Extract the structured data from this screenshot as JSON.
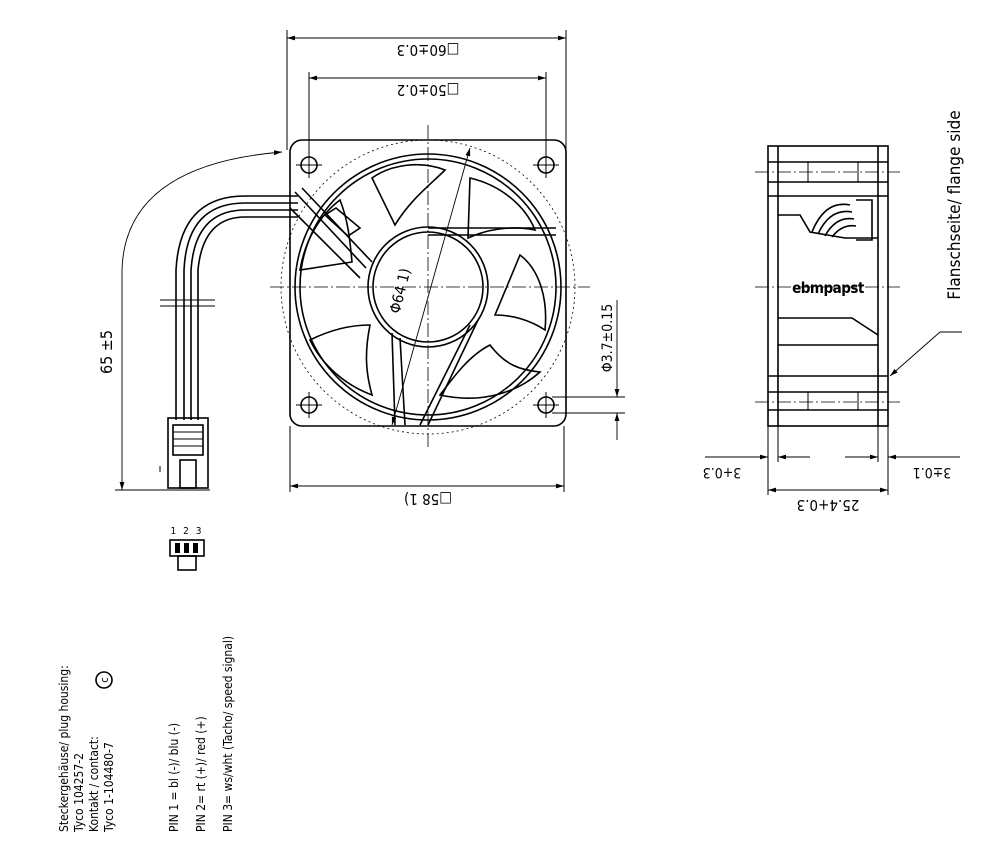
{
  "dimensions": {
    "outer_square": "□60±0.3",
    "hole_square": "□50±0.2",
    "frame_square": "□58 1)",
    "cable_length": "65 ±5",
    "rotor_diameter": "Φ64 1)",
    "hole_diameter": "Φ3.7±0.15",
    "depth": "25.4+0.3",
    "flange_left": "3+0.3",
    "flange_right": "3±0.1"
  },
  "labels": {
    "flange_side": "Flanschseite/ flange side",
    "brand": "ebmpapst",
    "pin_numbers": "1 2 3"
  },
  "notes": {
    "housing_lines": [
      "Steckergehäuse/ plug housing:",
      "Tyco   104257-2",
      "Kontakt  / contact:",
      "Tyco   1-104480-7"
    ],
    "copyright_symbol": "c",
    "pin_lines": [
      "PIN 1 = bl (-)/ blu (-)",
      "PIN 2= rt (+)/ red (+)",
      "PIN 3= ws/wht (Tacho/ speed signal)"
    ]
  },
  "icons": [
    "fan-front-view",
    "fan-side-view",
    "connector-icon",
    "copyright-icon"
  ]
}
